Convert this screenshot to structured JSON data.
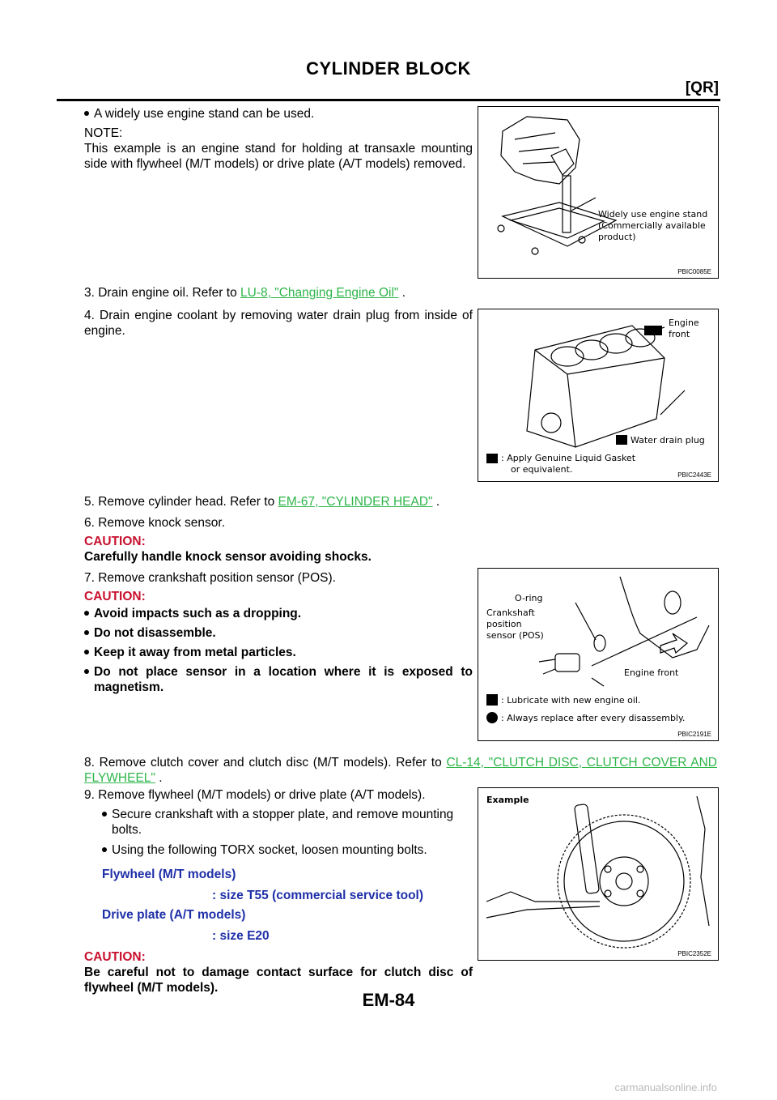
{
  "header": {
    "title": "CYLINDER BLOCK",
    "section": "[QR]"
  },
  "intro": {
    "bullet": "A widely use engine stand can be used.",
    "note_label": "NOTE:",
    "note_text": "This example is an engine stand for holding at transaxle mounting side with flywheel (M/T models) or drive plate (A/T models) removed."
  },
  "steps": {
    "s3_text": "3. Drain engine oil. Refer to",
    "s3_link": "LU-8, \"Changing Engine Oil\"",
    "s3_tail": ".",
    "s4_text": "4. Drain engine coolant by removing water drain plug from inside of engine.",
    "s5_text": "5. Remove cylinder head. Refer to",
    "s5_link": "EM-67, \"CYLINDER HEAD\"",
    "s5_tail": ".",
    "s6_text": "6. Remove knock sensor.",
    "s6_caution_label": "CAUTION:",
    "s6_caution_text": "Carefully handle knock sensor avoiding shocks.",
    "s7_text": "7. Remove crankshaft position sensor (POS).",
    "s7_caution_label": "CAUTION:",
    "s7_cautions": [
      "Avoid impacts such as a dropping.",
      "Do not disassemble.",
      "Keep it away from metal particles.",
      "Do not place sensor in a location where it is exposed to magnetism."
    ],
    "s8_text": "8. Remove clutch cover and clutch disc (M/T models). Refer to",
    "s8_link": "CL-14, \"CLUTCH DISC, CLUTCH COVER AND FLYWHEEL\"",
    "s8_tail": ".",
    "s9_text": "9. Remove flywheel (M/T models) or drive plate (A/T models).",
    "s9_bullets": [
      "Secure crankshaft with a stopper plate, and remove mounting bolts.",
      "Using the following TORX socket, loosen mounting bolts."
    ],
    "spec": [
      {
        "label": "Flywheel (M/T models)",
        "value": ": size T55 (commercial service tool)"
      },
      {
        "label": "Drive plate (A/T models)",
        "value": ": size E20"
      }
    ],
    "s9_caution_label": "CAUTION:",
    "s9_caution_text": "Be careful not to damage contact surface for clutch disc of flywheel (M/T models)."
  },
  "figures": {
    "fig1": {
      "code": "PBIC0085E",
      "callout": [
        "Widely use engine stand",
        "(Commercially available",
        "product)"
      ]
    },
    "fig2": {
      "code": "PBIC2443E",
      "engine_front": [
        "Engine",
        "front"
      ],
      "drain_plug": "Water drain plug",
      "legend": [
        ": Apply Genuine Liquid Gasket",
        "or equivalent."
      ]
    },
    "fig3": {
      "code": "PBIC2191E",
      "oring": "O-ring",
      "sensor": [
        "Crankshaft",
        "position",
        "sensor (POS)"
      ],
      "engine_front": "Engine front",
      "legend": [
        ": Lubricate with new engine oil.",
        ": Always replace after every disassembly."
      ]
    },
    "fig4": {
      "code": "PBIC2352E",
      "title": "Example"
    }
  },
  "footer": {
    "page": "EM-84",
    "watermark": "carmanualsonline.info"
  }
}
